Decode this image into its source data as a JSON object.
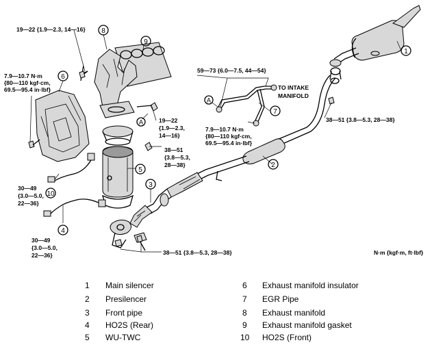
{
  "diagram": {
    "torque_labels": {
      "t_top_left": "19—22 {1.9—2.3, 14—16}",
      "t_left_1": "7.9—10.7 N·m",
      "t_left_2": "{80—110 kgf·cm,",
      "t_left_3": "69.5—95.4 in·lbf}",
      "t_egr_1": "59—73 {6.0—7.5, 44—54}",
      "t_mid_1": "19—22",
      "t_mid_2": "{1.9—2.3,",
      "t_mid_3": "14—16}",
      "t_mid2_1": "38—51",
      "t_mid2_2": "{3.8—5.3,",
      "t_mid2_3": "28—38}",
      "t_egr2_1": "7.9—10.7 N·m",
      "t_egr2_2": "{80—110 kgf·cm,",
      "t_egr2_3": "69.5—95.4 in·lbf}",
      "t_right": "38—51 {3.8—5.3, 28—38}",
      "t_ho2s1_1": "30—49",
      "t_ho2s1_2": "{3.0—5.0,",
      "t_ho2s1_3": "22—36}",
      "t_ho2s2_1": "30—49",
      "t_ho2s2_2": "{3.0—5.0,",
      "t_ho2s2_3": "22—36}",
      "t_bottom": "38—51 {3.8—5.3, 28—38}",
      "intake_1": "TO INTAKE",
      "intake_2": "MANIFOLD",
      "units": "N·m {kgf·m, ft·lbf}"
    },
    "callouts": [
      "1",
      "2",
      "3",
      "4",
      "5",
      "6",
      "7",
      "8",
      "9",
      "10"
    ],
    "ref_a": "A"
  },
  "legend": [
    {
      "num": "1",
      "name": "Main silencer"
    },
    {
      "num": "2",
      "name": "Presilencer"
    },
    {
      "num": "3",
      "name": "Front pipe"
    },
    {
      "num": "4",
      "name": "HO2S (Rear)"
    },
    {
      "num": "5",
      "name": "WU-TWC"
    },
    {
      "num": "6",
      "name": "Exhaust manifold insulator"
    },
    {
      "num": "7",
      "name": "EGR Pipe"
    },
    {
      "num": "8",
      "name": "Exhaust manifold"
    },
    {
      "num": "9",
      "name": "Exhaust manifold gasket"
    },
    {
      "num": "10",
      "name": "HO2S (Front)"
    }
  ]
}
